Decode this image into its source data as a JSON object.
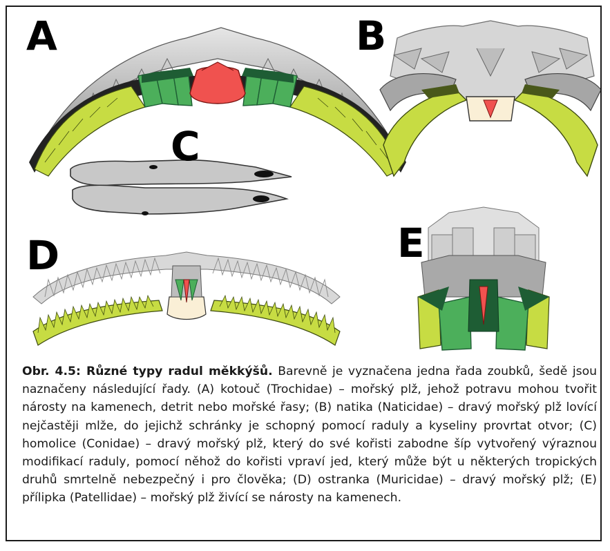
{
  "panels": {
    "a": "A",
    "b": "B",
    "c": "C",
    "d": "D",
    "e": "E"
  },
  "caption": {
    "title": "Obr. 4.5: Různé typy radul měkkýšů.",
    "body": " Barevně je vyznačena jedna řada zoubků, šedě jsou naznačeny následující řady. (A) kotouč (Trochidae) – mořský plž, jehož potravu mohou tvořit nárosty na kamenech, detrit nebo mořské řasy; (B) natika (Naticidae) – dravý mořský plž lovící nejčastěji mlže, do jejichž schránky je schopný pomocí raduly a kyseliny provrtat otvor; (C) homolice (Conidae) – dravý mořský plž, který do své kořisti zabodne šíp vytvořený výraznou modifikací raduly, pomocí něhož do kořisti vpraví jed, který může být u některých tropických druhů smrtelně nebezpečný i pro člověka; (D) ostranka (Muricidae) – dravý mořský plž; (E) přílipka (Patellidae) – mořský plž živící se nárosty na kamenech."
  },
  "colors": {
    "frame": "#1a1a1a",
    "rachidian_tooth": "#f0524f",
    "lateral_tooth": "#4caf5b",
    "lateral_tooth_dark": "#1e5d34",
    "marginal_tooth": "#c7dc43",
    "base_plate": "#faefd6",
    "gray_rows": "#9a9a9a",
    "gray_light": "#dcdcdc"
  }
}
